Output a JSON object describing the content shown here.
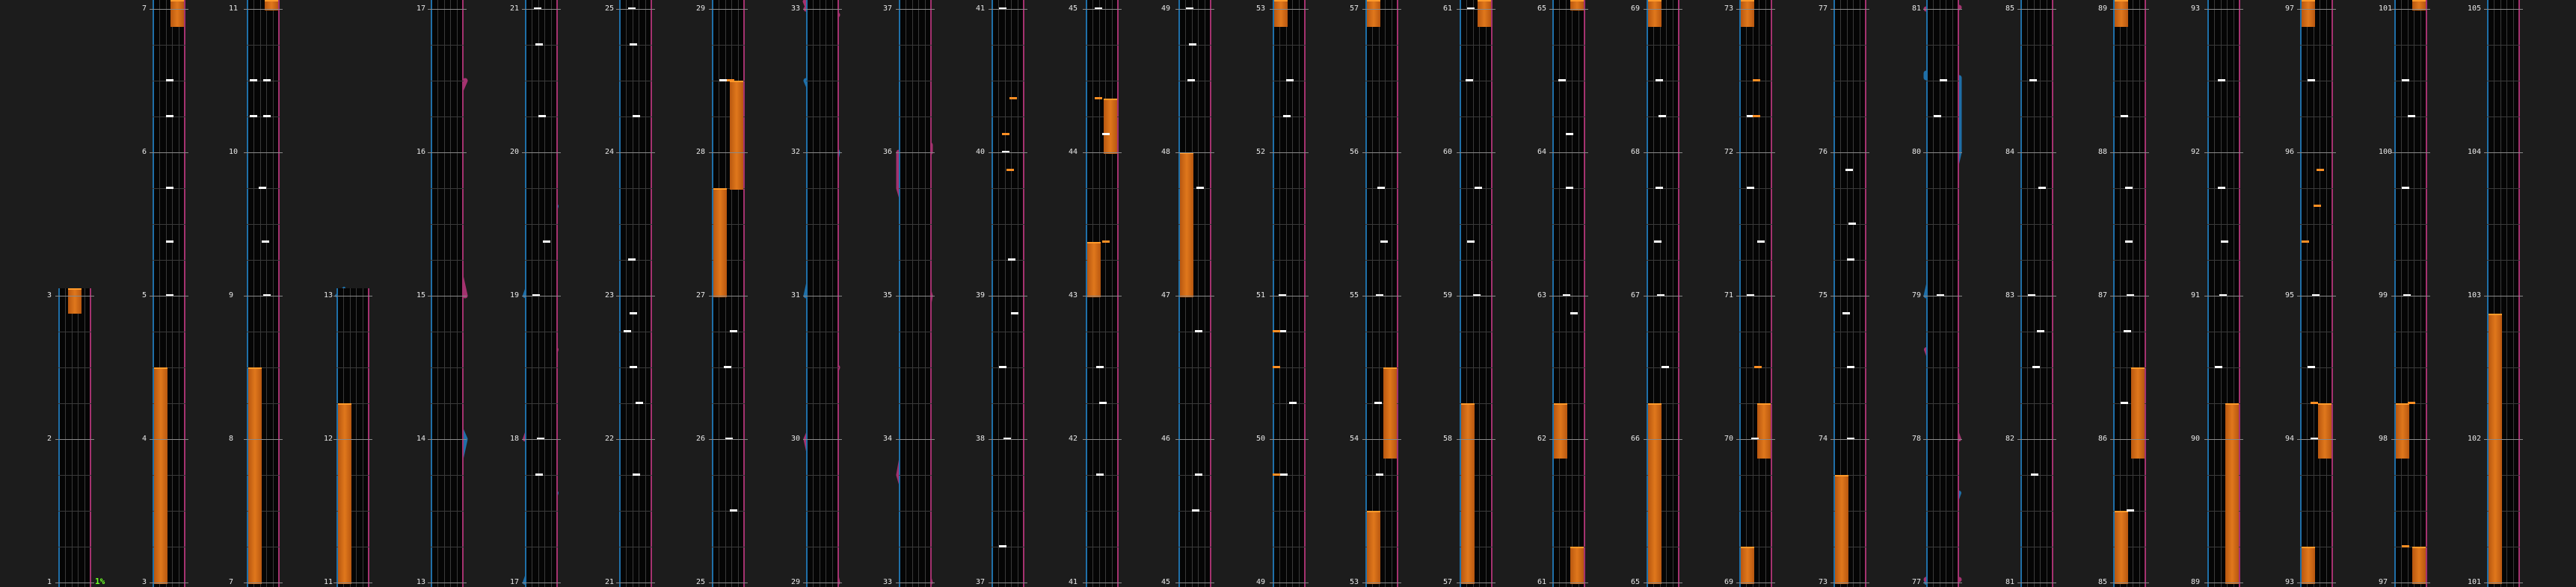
{
  "colors": {
    "background": "#1c1c1c",
    "lane": "#050505",
    "left_border": "#1f6fa8",
    "right_border": "#a4326f",
    "hold": "#e0781c",
    "chip": "#ffffff",
    "chip_orange": "#ff8f24",
    "slide_blue": "#1f6fa8",
    "slide_pink": "#a4326f",
    "progress": "#6cff24"
  },
  "progress_label": "1%",
  "columns": [
    {
      "measures": [
        "1",
        "2",
        "3"
      ]
    },
    {
      "measures": [
        "3",
        "4",
        "5",
        "6",
        "7"
      ]
    },
    {
      "measures": [
        "7",
        "8",
        "9",
        "10",
        "11"
      ]
    },
    {
      "measures": [
        "11",
        "12",
        "13"
      ]
    },
    {
      "measures": [
        "13",
        "14",
        "15",
        "16",
        "17"
      ]
    },
    {
      "measures": [
        "17",
        "18",
        "19",
        "20",
        "21"
      ]
    },
    {
      "measures": [
        "21",
        "22",
        "23",
        "24",
        "25"
      ]
    },
    {
      "measures": [
        "25",
        "26",
        "27",
        "28",
        "29"
      ]
    },
    {
      "measures": [
        "29",
        "30",
        "31",
        "32",
        "33"
      ]
    },
    {
      "measures": [
        "33",
        "34",
        "35",
        "36",
        "37"
      ]
    },
    {
      "measures": [
        "37",
        "38",
        "39",
        "40",
        "41"
      ]
    },
    {
      "measures": [
        "41",
        "42",
        "43",
        "44",
        "45"
      ]
    },
    {
      "measures": [
        "45",
        "46",
        "47",
        "48",
        "49"
      ]
    },
    {
      "measures": [
        "49",
        "50",
        "51",
        "52",
        "53"
      ]
    },
    {
      "measures": [
        "53",
        "54",
        "55",
        "56",
        "57"
      ]
    },
    {
      "measures": [
        "57",
        "58",
        "59",
        "60",
        "61"
      ]
    },
    {
      "measures": [
        "61",
        "62",
        "63",
        "64",
        "65"
      ]
    },
    {
      "measures": [
        "65",
        "66",
        "67",
        "68",
        "69"
      ]
    },
    {
      "measures": [
        "69",
        "70",
        "71",
        "72",
        "73"
      ]
    },
    {
      "measures": [
        "73",
        "74",
        "75",
        "76",
        "77"
      ]
    },
    {
      "measures": [
        "77",
        "78",
        "79",
        "80",
        "81"
      ]
    },
    {
      "measures": [
        "81",
        "82",
        "83",
        "84",
        "85"
      ]
    },
    {
      "measures": [
        "85",
        "86",
        "87",
        "88",
        "89"
      ]
    },
    {
      "measures": [
        "89",
        "90",
        "91",
        "92",
        "93"
      ]
    },
    {
      "measures": [
        "93",
        "94",
        "95",
        "96",
        "97"
      ]
    },
    {
      "measures": [
        "97",
        "98",
        "99",
        "100",
        "101"
      ]
    },
    {
      "measures": [
        "101",
        "102",
        "103",
        "104",
        "105"
      ]
    }
  ]
}
